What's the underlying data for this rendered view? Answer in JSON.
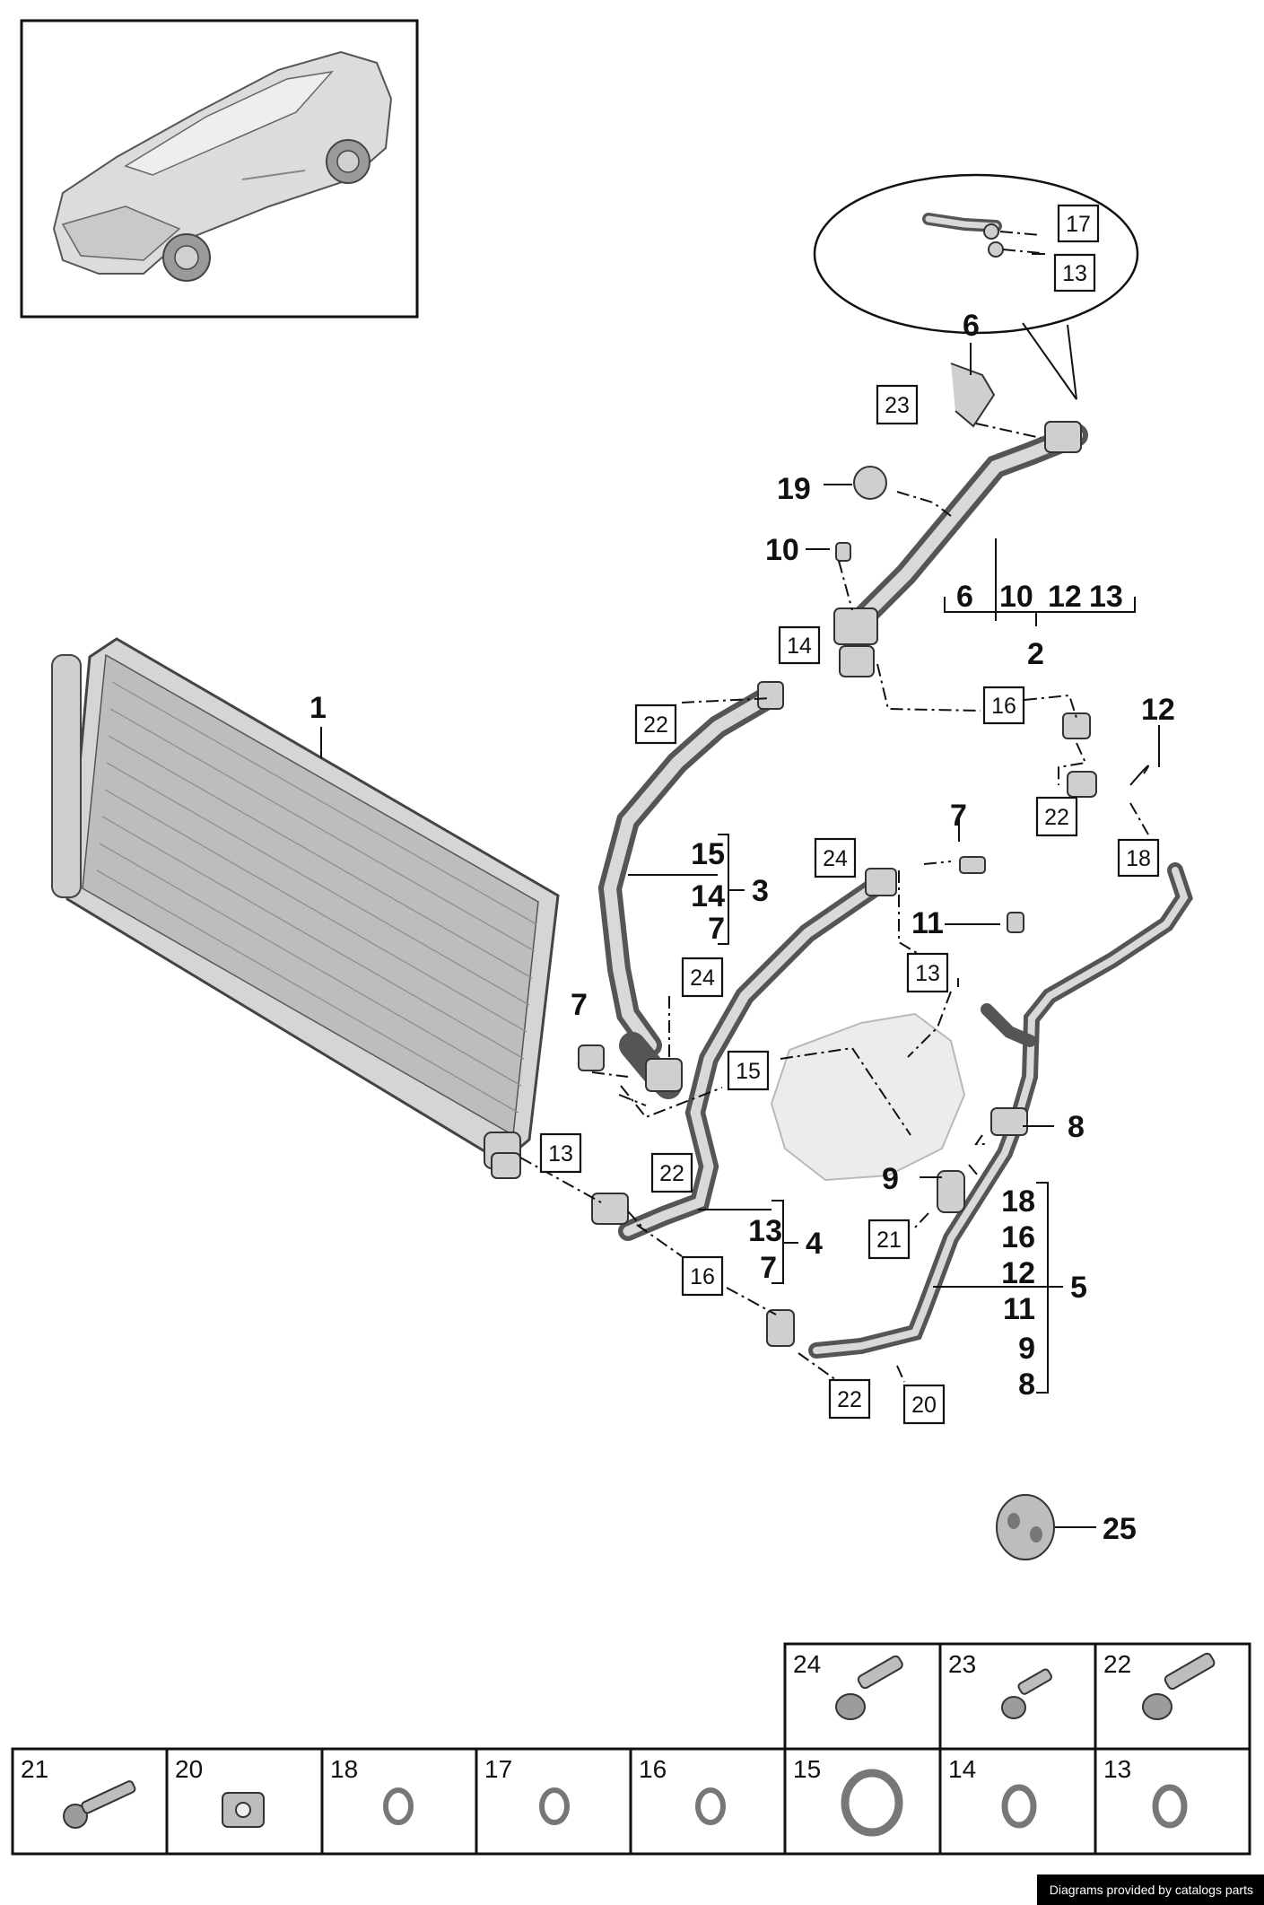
{
  "callouts": {
    "c1": "1",
    "c2": "2",
    "c3": "3",
    "c4": "4",
    "c5": "5",
    "c6": "6",
    "c7a": "7",
    "c7b": "7",
    "c8": "8",
    "c9": "9",
    "c10": "10",
    "c11": "11",
    "c12": "12",
    "c19": "19",
    "c25": "25"
  },
  "groups": {
    "g2": [
      "6",
      "10",
      "12",
      "13"
    ],
    "g3": [
      "15",
      "14",
      "7"
    ],
    "g4": [
      "13",
      "7"
    ],
    "g5": [
      "18",
      "16",
      "12",
      "11",
      "9",
      "8"
    ]
  },
  "boxed": {
    "b17": "17",
    "b13_detail": "13",
    "b23": "23",
    "b14": "14",
    "b16_top": "16",
    "b22_top": "22",
    "b22_right": "22",
    "b18": "18",
    "b24_mid": "24",
    "b13_mid": "13",
    "b24_left": "24",
    "b15": "15",
    "b13_cond": "13",
    "b22_lower": "22",
    "b21": "21",
    "b16_bottom": "16",
    "b22_bottom": "22",
    "b20": "20"
  },
  "parts_table": {
    "top_row": [
      "24",
      "23",
      "22"
    ],
    "bottom_row": [
      "21",
      "20",
      "18",
      "17",
      "16",
      "15",
      "14",
      "13"
    ]
  },
  "credit": "Diagrams provided by catalogs parts"
}
